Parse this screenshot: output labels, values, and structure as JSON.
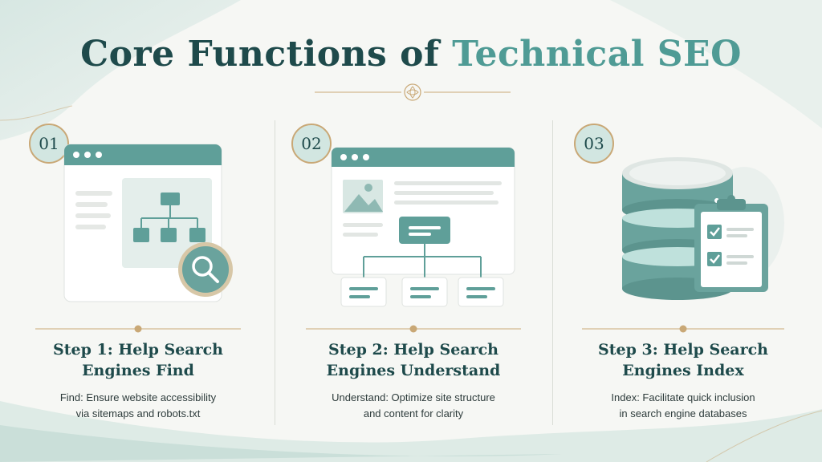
{
  "title": {
    "part1": "Core Functions of ",
    "part2": "Technical SEO"
  },
  "colors": {
    "teal_dark": "#1e4a4b",
    "teal": "#4f9b95",
    "teal_light": "#d2e6e1",
    "gold": "#c9a876"
  },
  "steps": [
    {
      "number": "01",
      "title_line1": "Step 1: Help Search",
      "title_line2": "Engines Find",
      "desc_line1": "Find: Ensure website accessibility",
      "desc_line2": "via sitemaps and robots.txt",
      "icon": "browser-sitemap-magnifier-icon"
    },
    {
      "number": "02",
      "title_line1": "Step 2: Help Search",
      "title_line2": "Engines Understand",
      "desc_line1": "Understand: Optimize site structure",
      "desc_line2": "and content for clarity",
      "icon": "webpage-structure-icon"
    },
    {
      "number": "03",
      "title_line1": "Step 3: Help Search",
      "title_line2": "Engines Index",
      "desc_line1": "Index: Facilitate quick inclusion",
      "desc_line2": "in search engine databases",
      "icon": "database-checklist-icon"
    }
  ]
}
